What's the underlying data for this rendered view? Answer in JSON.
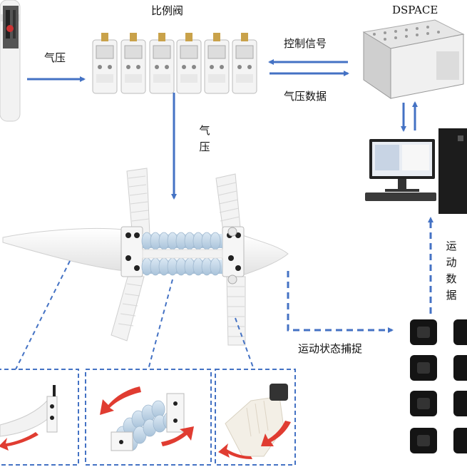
{
  "labels": {
    "valve_title": "比例阀",
    "dspace_title": "DSPACE",
    "air_pressure": "气压",
    "control_signal": "控制信号",
    "pressure_data": "气压数据",
    "air_pressure_vertical": "气\n压",
    "motion_data_vertical": "运\n动\n数\n据",
    "motion_capture": "运动状态捕捉"
  },
  "colors": {
    "arrow": "#4472c4",
    "dashed": "#4472c4",
    "red_arrow": "#e03c31",
    "module_blue": "#c5d9ea"
  },
  "icons": {
    "compressor": "air-compressor-icon",
    "valve": "proportional-valve-icon",
    "dspace": "dspace-box-icon",
    "computer": "desktop-computer-icon",
    "camera": "motion-camera-icon"
  }
}
